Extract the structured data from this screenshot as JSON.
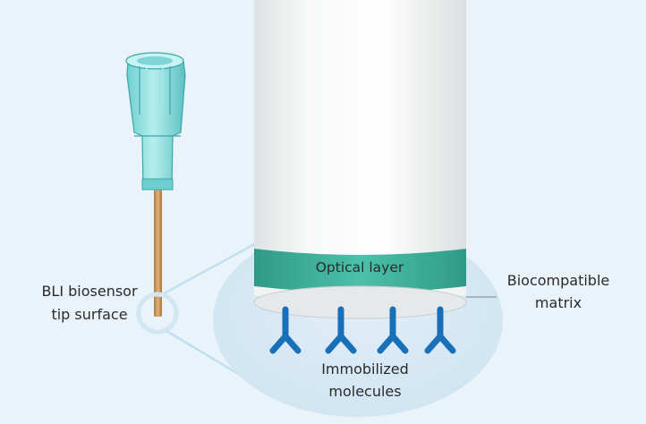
{
  "labels": {
    "probe_line1": "BLI biosensor",
    "probe_line2": "tip surface",
    "optical_layer": "Optical layer",
    "matrix_line1": "Biocompatible",
    "matrix_line2": "matrix",
    "molecules_line1": "Immobilized",
    "molecules_line2": "molecules"
  },
  "colors": {
    "background": "#eaf3fa",
    "focus_circle": "#d2e6f3",
    "zoom_lines": "#bfe0f1",
    "cylinder_body": "#f5f6f6",
    "optical_layer": "#3fb09a",
    "molecule": "#1a70b8",
    "tip_rod": "#c9985c",
    "probe_head": "#8fe0e0"
  }
}
